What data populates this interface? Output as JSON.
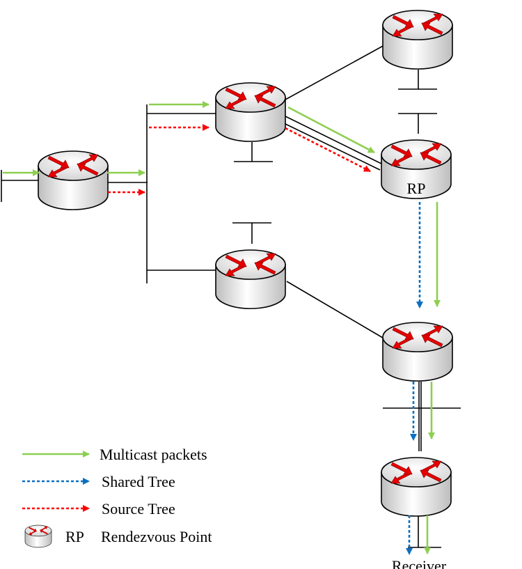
{
  "diagram": {
    "rp_node_label": "RP",
    "receiver_label": "Receiver"
  },
  "legend": {
    "items": [
      {
        "key": "multicast",
        "label": "Multicast packets",
        "color": "#8dcf50",
        "style": "solid"
      },
      {
        "key": "shared",
        "label": "Shared Tree",
        "color": "#0a6fc2",
        "style": "dotted"
      },
      {
        "key": "source",
        "label": "Source Tree",
        "color": "#ff0000",
        "style": "dotted"
      }
    ],
    "rp_abbr": "RP",
    "rp_full": "Rendezvous Point"
  },
  "colors": {
    "router_fill_top": "#ffffff",
    "router_fill_side": "#d9d9d9",
    "router_arrows": "#e60000",
    "line": "#000000"
  }
}
